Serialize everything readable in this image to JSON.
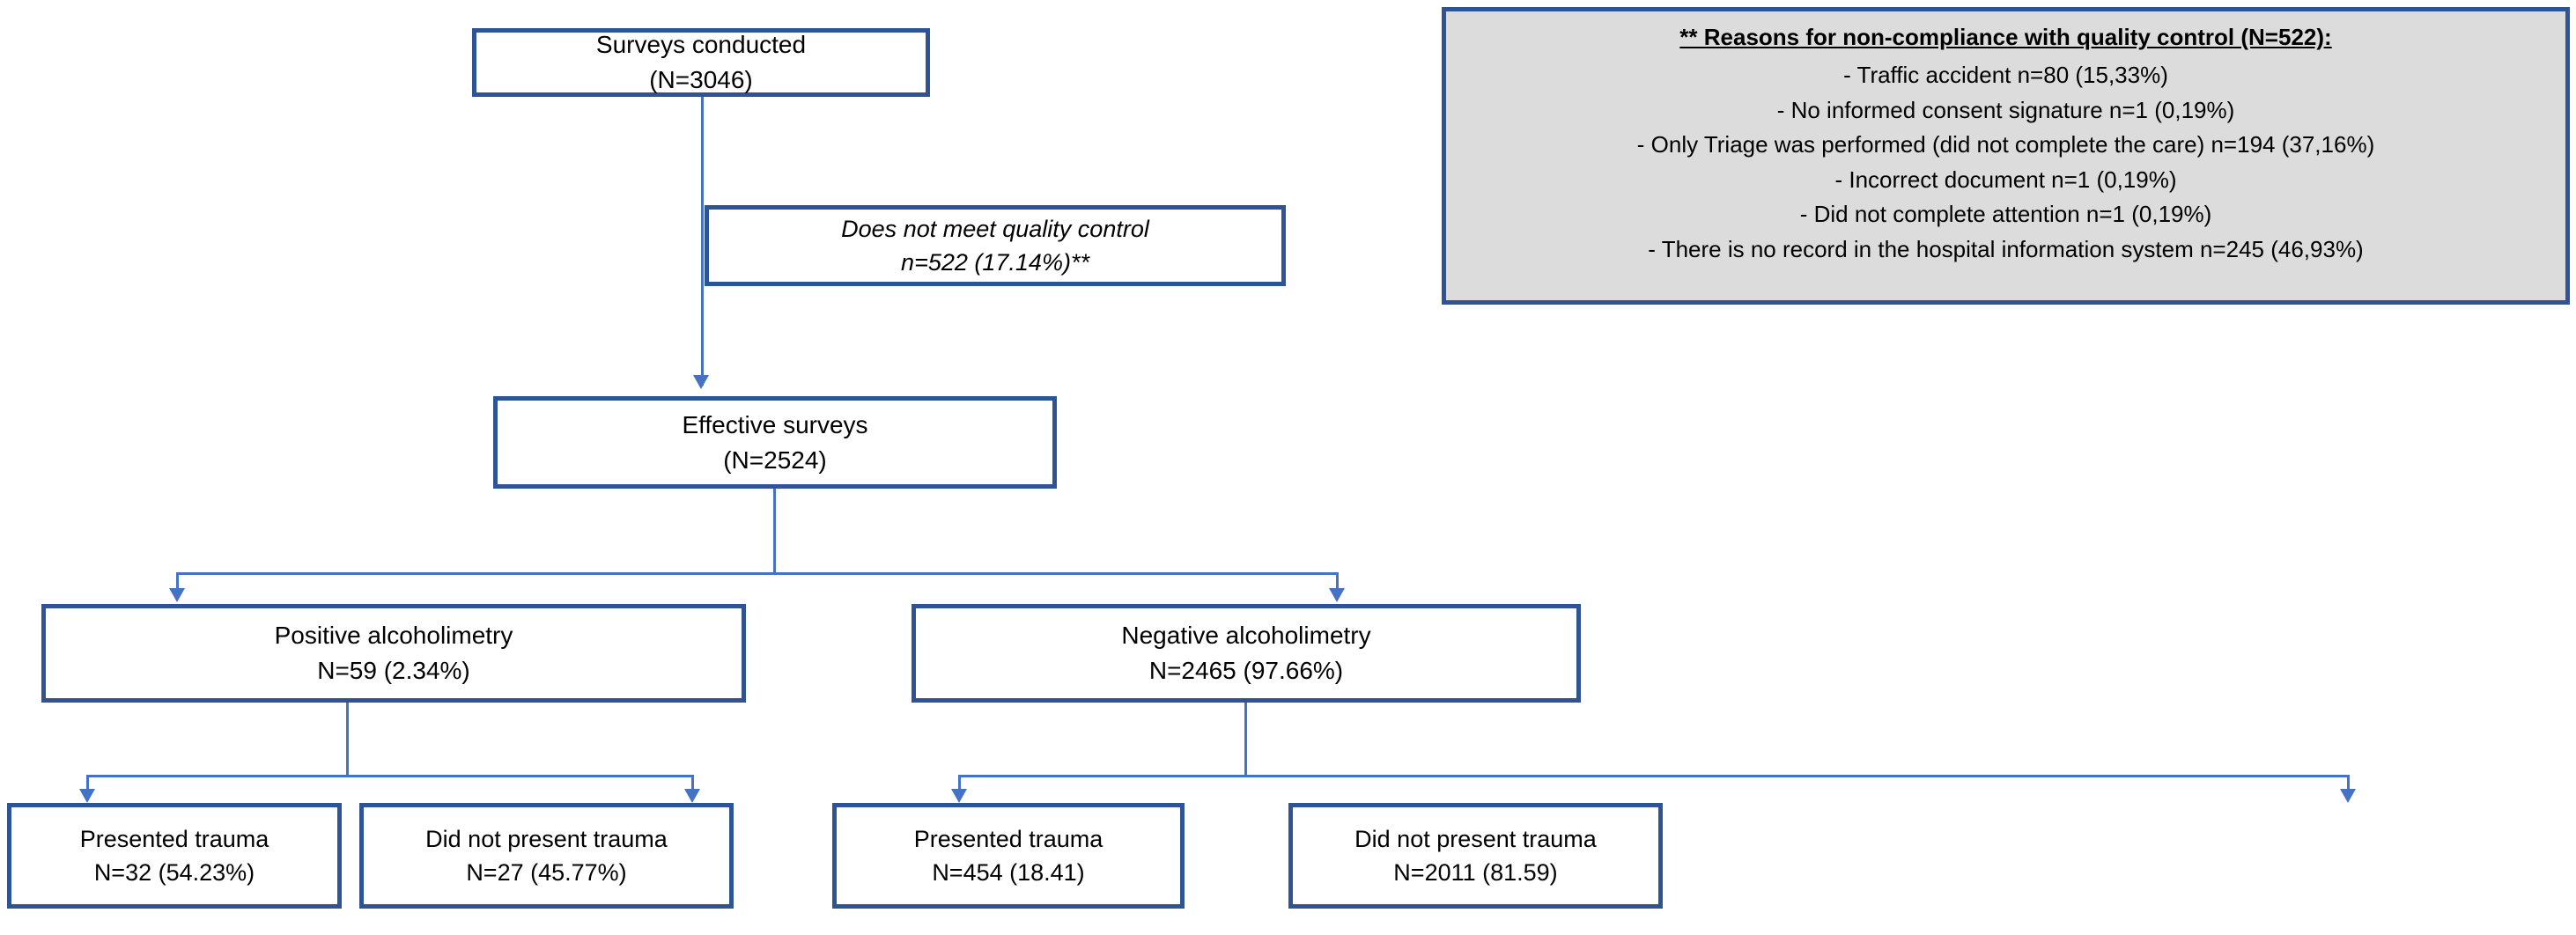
{
  "diagram": {
    "title": "Study flow diagram of surveys and alcoholimetry results",
    "accent_color": "#2e5496",
    "connector_color": "#4472c4",
    "legend_background": "#dcdcdc",
    "nodes": {
      "surveys_conducted": {
        "line1": "Surveys conducted",
        "line2": "(N=3046)"
      },
      "quality_control_excluded": {
        "line1": "Does not meet quality control",
        "line2": "n=522 (17.14%)**"
      },
      "effective_surveys": {
        "line1": "Effective surveys",
        "line2": "(N=2524)"
      },
      "positive_alcoholimetry": {
        "line1": "Positive alcoholimetry",
        "line2": "N=59 (2.34%)"
      },
      "negative_alcoholimetry": {
        "line1": "Negative alcoholimetry",
        "line2": "N=2465 (97.66%)"
      },
      "positive_trauma_yes": {
        "line1": "Presented trauma",
        "line2": "N=32 (54.23%)"
      },
      "positive_trauma_no": {
        "line1": "Did not present trauma",
        "line2": "N=27 (45.77%)"
      },
      "negative_trauma_yes": {
        "line1": "Presented trauma",
        "line2": "N=454 (18.41)"
      },
      "negative_trauma_no": {
        "line1": "Did not present trauma",
        "line2": "N=2011 (81.59)"
      }
    },
    "legend": {
      "title": "** Reasons for non-compliance with quality control (N=522):",
      "items": [
        "- Traffic accident  n=80 (15,33%)",
        "- No informed consent signature  n=1 (0,19%)",
        "- Only Triage was performed (did not complete the care)  n=194 (37,16%)",
        "- Incorrect document  n=1 (0,19%)",
        "- Did not complete attention  n=1 (0,19%)",
        "- There is no record in the hospital information system  n=245 (46,93%)"
      ]
    }
  },
  "chart_data": {
    "type": "diagram",
    "title": "CONSORT-style participant flow",
    "stages": [
      {
        "label": "Surveys conducted",
        "n": 3046,
        "percent": null
      },
      {
        "label": "Does not meet quality control",
        "n": 522,
        "percent": 17.14
      },
      {
        "label": "Effective surveys",
        "n": 2524,
        "percent": null
      },
      {
        "label": "Positive alcoholimetry",
        "n": 59,
        "percent": 2.34
      },
      {
        "label": "Negative alcoholimetry",
        "n": 2465,
        "percent": 97.66
      },
      {
        "label": "Positive alcoholimetry - Presented trauma",
        "n": 32,
        "percent": 54.23
      },
      {
        "label": "Positive alcoholimetry - Did not present trauma",
        "n": 27,
        "percent": 45.77
      },
      {
        "label": "Negative alcoholimetry - Presented trauma",
        "n": 454,
        "percent": 18.41
      },
      {
        "label": "Negative alcoholimetry - Did not present trauma",
        "n": 2011,
        "percent": 81.59
      }
    ],
    "exclusion_reasons": [
      {
        "reason": "Traffic accident",
        "n": 80,
        "percent": 15.33
      },
      {
        "reason": "No informed consent signature",
        "n": 1,
        "percent": 0.19
      },
      {
        "reason": "Only Triage was performed (did not complete the care)",
        "n": 194,
        "percent": 37.16
      },
      {
        "reason": "Incorrect document",
        "n": 1,
        "percent": 0.19
      },
      {
        "reason": "Did not complete attention",
        "n": 1,
        "percent": 0.19
      },
      {
        "reason": "There is no record in the hospital information system",
        "n": 245,
        "percent": 46.93
      }
    ]
  }
}
